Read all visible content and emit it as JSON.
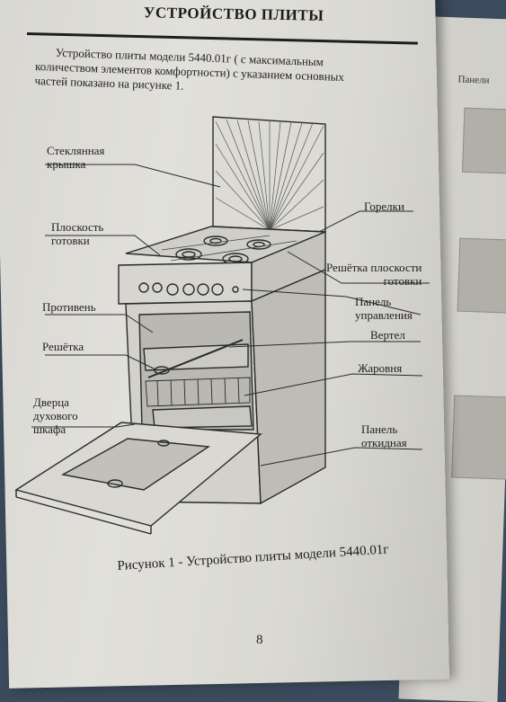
{
  "header": {
    "title": "УСТРОЙСТВО ПЛИТЫ"
  },
  "intro": {
    "lines": [
      "Устройство плиты модели 5440.01г ( с максимальным",
      "количеством элементов комфортности) с указанием основных",
      "частей показано на рисунке 1."
    ]
  },
  "labels": {
    "glass_lid": [
      "Стеклянная",
      "крышка"
    ],
    "cooking_surface": [
      "Плоскость",
      "готовки"
    ],
    "baking_tray": "Противень",
    "rack": "Решётка",
    "oven_door": [
      "Дверца",
      "духового",
      "шкафа"
    ],
    "burners": "Горелки",
    "surface_grate": [
      "Решётка плоскости",
      "готовки"
    ],
    "control_panel": [
      "Панель",
      "управления"
    ],
    "spit": "Вертел",
    "roasting_pan": "Жаровня",
    "drop_panel": [
      "Панель",
      "откидная"
    ]
  },
  "caption": "Рисунок 1 - Устройство плиты модели 5440.01г",
  "page_number": "8",
  "next_page": {
    "header_fragment": "Панели "
  }
}
